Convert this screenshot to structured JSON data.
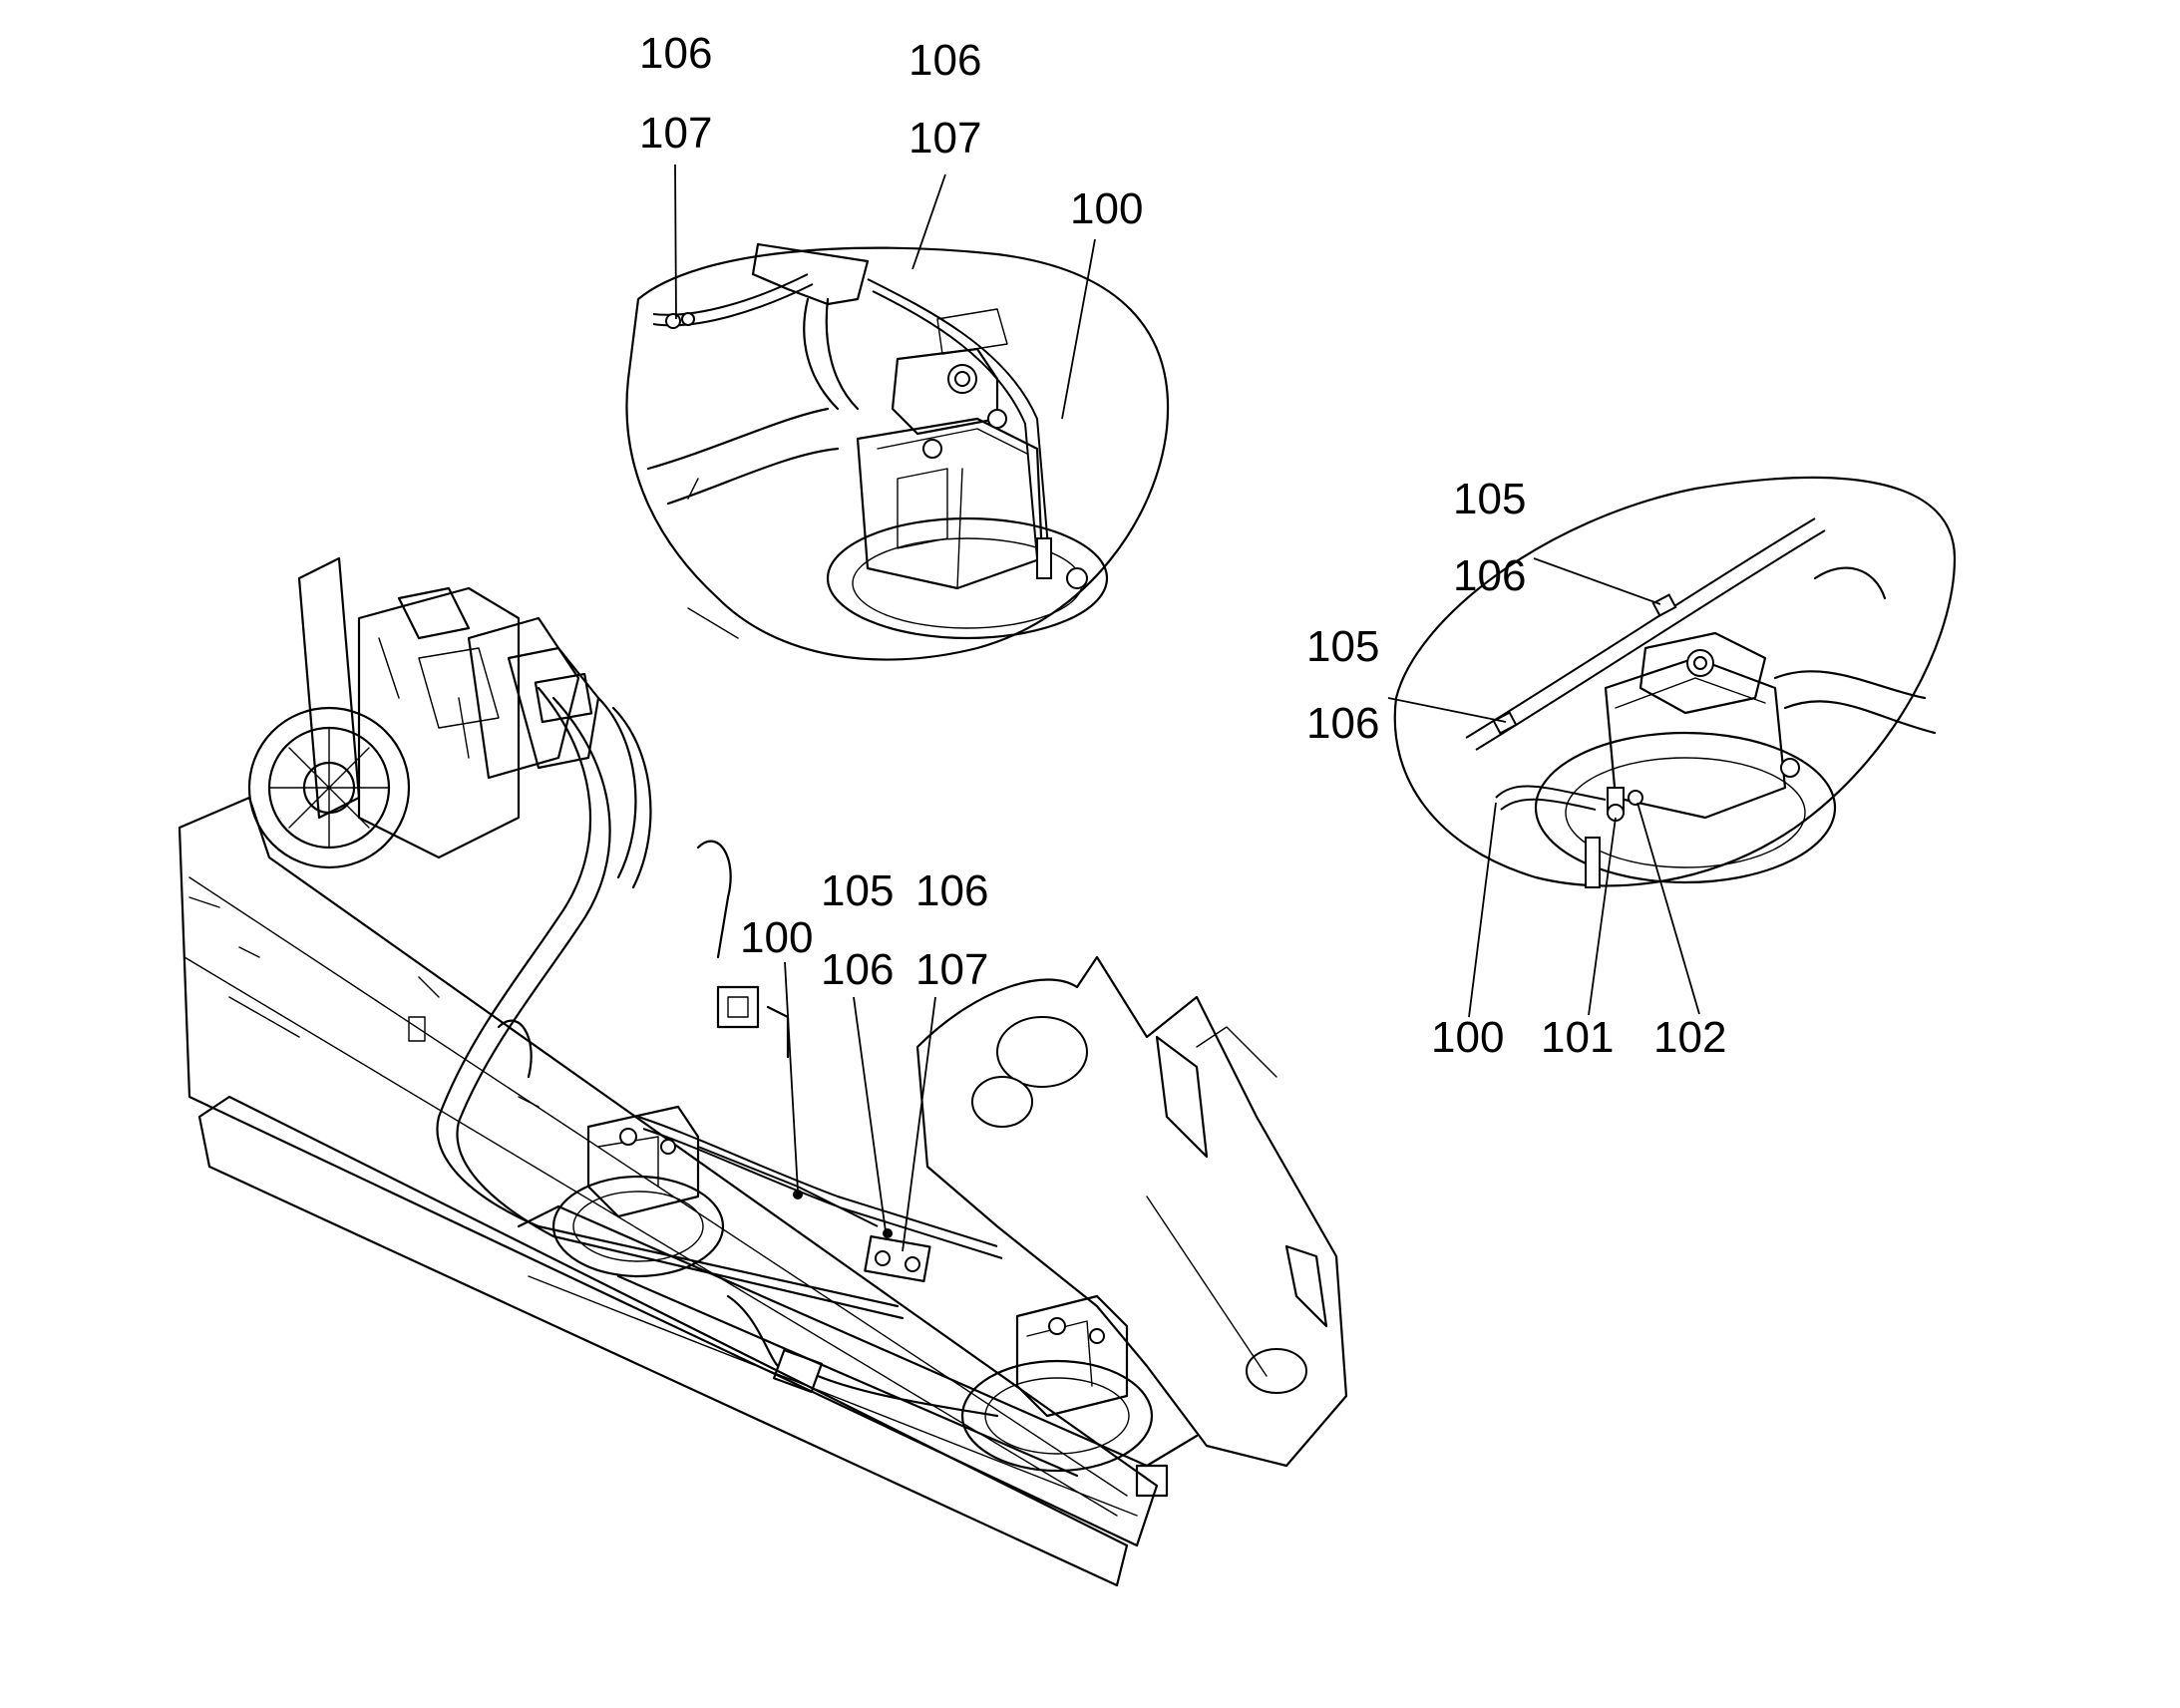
{
  "callouts": {
    "top_a_106": "106",
    "top_a_107": "107",
    "top_b_106": "106",
    "top_b_107": "107",
    "top_100": "100",
    "right_105_upper": "105",
    "right_106_upper": "106",
    "right_105_lower": "105",
    "right_106_lower": "106",
    "right_100": "100",
    "right_101": "101",
    "right_102": "102",
    "main_105": "105",
    "main_106_upper": "106",
    "main_100": "100",
    "main_106_lower": "106",
    "main_107": "107"
  }
}
